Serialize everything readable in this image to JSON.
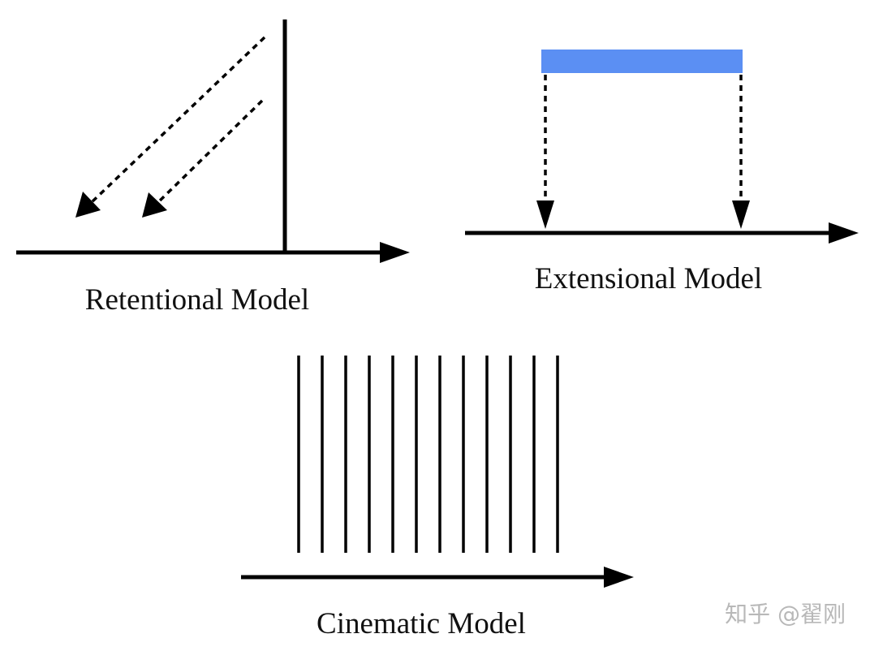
{
  "captions": {
    "retentional": "Retentional Model",
    "extensional": "Extensional Model",
    "cinematic": "Cinematic Model"
  },
  "watermark": "知乎 @翟刚",
  "colors": {
    "line": "#000000",
    "bar": "#5b8ff3",
    "watermark": "#b8b8b8"
  },
  "cinematic_frame_count": 12
}
